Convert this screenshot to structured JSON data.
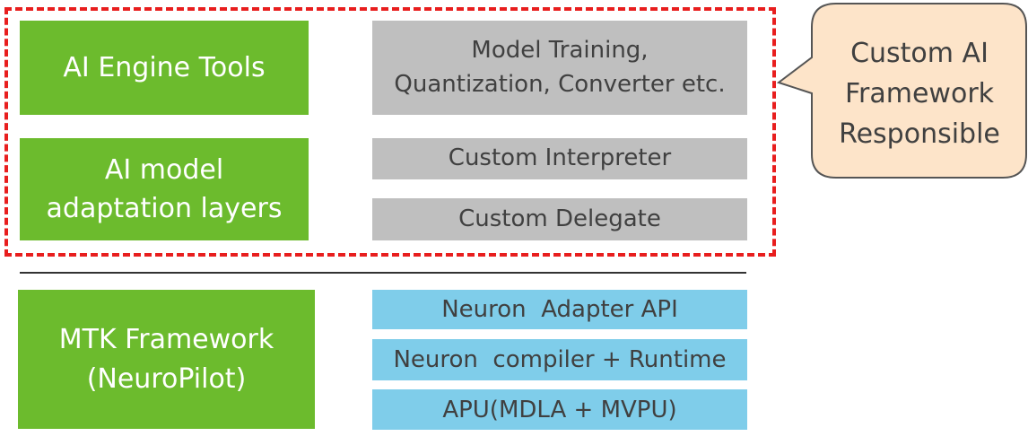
{
  "ai_framework": {
    "engine_tools": {
      "label": "AI Engine Tools"
    },
    "adaptation_layers": {
      "lines": [
        "AI model",
        "adaptation layers"
      ]
    },
    "training_box": {
      "lines": [
        "Model Training,",
        "Quantization, Converter etc."
      ]
    },
    "interpreter_box": {
      "label": "Custom Interpreter"
    },
    "delegate_box": {
      "label": "Custom Delegate"
    }
  },
  "mtk_framework": {
    "label_box": {
      "lines": [
        "MTK Framework",
        "(NeuroPilot)"
      ]
    },
    "adapter_api": {
      "label": "Neuron  Adapter API"
    },
    "compiler_runtime": {
      "label": "Neuron  compiler + Runtime"
    },
    "apu": {
      "label": "APU(MDLA + MVPU)"
    }
  },
  "callout": {
    "lines": [
      "Custom AI",
      "Framework",
      "Responsible"
    ]
  },
  "colors": {
    "green": "#6cbb2d",
    "gray": "#bfbfbf",
    "blue": "#7fcdea",
    "dash_red": "#e81e1e",
    "callout_fill": "#fde4c9",
    "callout_stroke": "#555555"
  }
}
